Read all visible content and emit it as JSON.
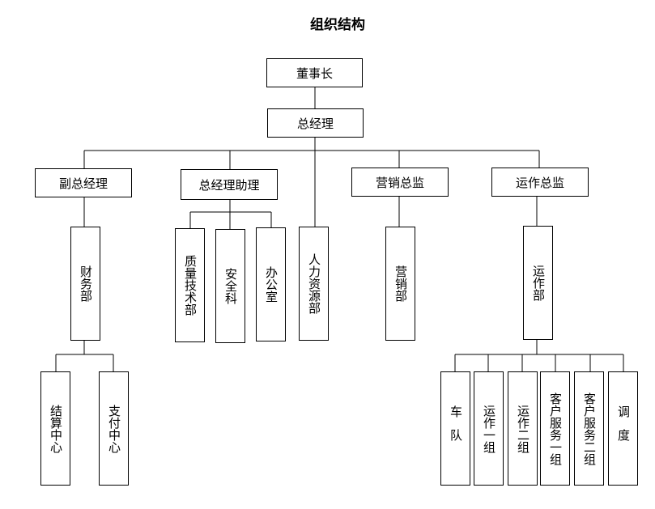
{
  "title": "组织结构",
  "top": {
    "chairman": "董事长",
    "gm": "总经理"
  },
  "branches": {
    "deputy_gm": "副总经理",
    "gm_assistant": "总经理助理",
    "hr": "人力资源部",
    "marketing_director": "营销总监",
    "ops_director": "运作总监"
  },
  "departments": {
    "finance": "财务部",
    "quality": "质量技术部",
    "safety": "安全科",
    "office": "办公室",
    "sales": "营销部",
    "operations": "运作部"
  },
  "sub_units": {
    "settlement": "结算中心",
    "payment": "支付中心",
    "fleet": "车队",
    "ops_group_1": "运作一组",
    "ops_group_2": "运作二组",
    "cs_group_1": "客户服务一组",
    "cs_group_2": "客户服务二组",
    "dispatch": "调度"
  }
}
